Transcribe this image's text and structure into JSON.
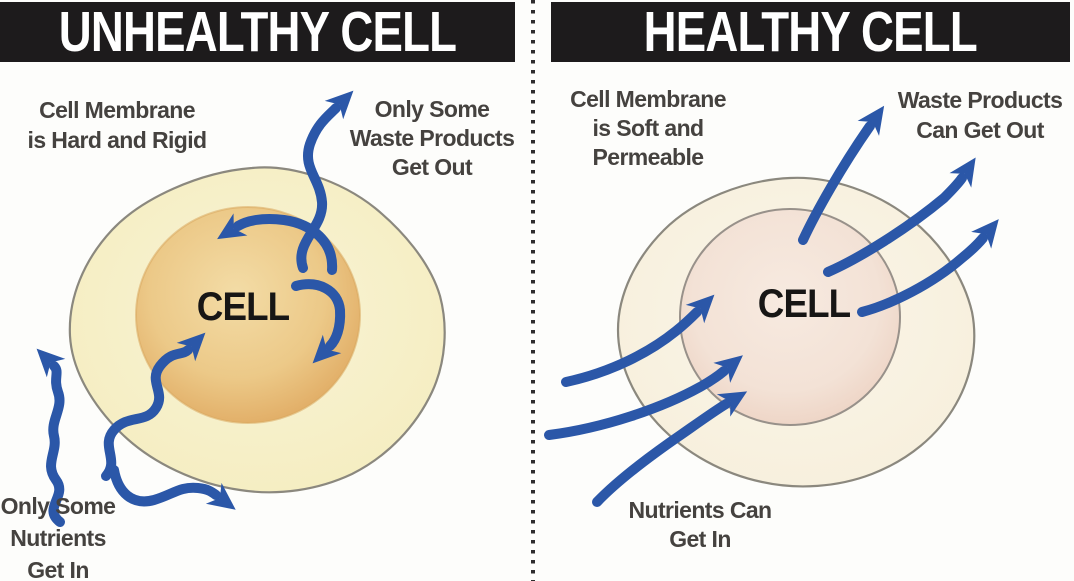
{
  "figure": {
    "type": "comparison-diagram",
    "subject": "Cell membrane permeability: unhealthy vs healthy cell"
  },
  "colors": {
    "header_bg": "#1d1b1c",
    "header_text": "#ffffff",
    "note_text": "#45423f",
    "arrow_blue": "#2b57a8",
    "membrane_outline": "#8b887e",
    "unhealthy_outer_fill": "#f7f1ca",
    "unhealthy_inner_fill": "#ecc988",
    "healthy_outer_fill": "#f9f3e3",
    "healthy_inner_fill": "#f3e2d6",
    "divider": "#2f2d2e"
  },
  "panels": {
    "unhealthy": {
      "title": "UNHEALTHY CELL",
      "cell_label": "CELL",
      "membrane_note": {
        "lines": [
          "Cell Membrane",
          "is Hard and Rigid"
        ]
      },
      "waste_note": {
        "lines": [
          "Only Some",
          "Waste Products",
          "Get Out"
        ]
      },
      "nutrients_note": {
        "lines": [
          "Only Some",
          "Nutrients",
          "Get In"
        ]
      }
    },
    "healthy": {
      "title": "HEALTHY CELL",
      "cell_label": "CELL",
      "membrane_note": {
        "lines": [
          "Cell Membrane",
          "is Soft and",
          "Permeable"
        ]
      },
      "waste_note": {
        "lines": [
          "Waste Products",
          "Can Get Out"
        ]
      },
      "nutrients_note": {
        "lines": [
          "Nutrients Can",
          "Get In"
        ]
      }
    }
  }
}
